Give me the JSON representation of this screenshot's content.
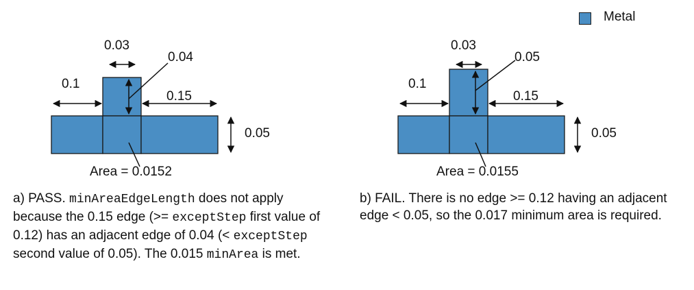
{
  "legend": {
    "label": "Metal",
    "color": "#4a8ec4"
  },
  "panel_a": {
    "dims": {
      "top_width": "0.03",
      "top_height": "0.04",
      "left_ext": "0.1",
      "right_ext": "0.15",
      "base_height": "0.05"
    },
    "area": "Area = 0.0152",
    "caption": {
      "t1": "a) PASS. ",
      "c1": "minAreaEdgeLength",
      "t2": " does not apply because the 0.15 edge (>= ",
      "c2": "exceptStep",
      "t3": " first value of 0.12) has an adjacent edge of 0.04 (< ",
      "c3": "exceptStep",
      "t4": " second value of 0.05). The 0.015 ",
      "c4": "minArea",
      "t5": " is met."
    }
  },
  "panel_b": {
    "dims": {
      "top_width": "0.03",
      "top_height": "0.05",
      "left_ext": "0.1",
      "right_ext": "0.15",
      "base_height": "0.05"
    },
    "area": "Area = 0.0155",
    "caption": "b) FAIL. There is no edge >= 0.12 having an adjacent edge < 0.05, so the 0.017 minimum area is required."
  }
}
